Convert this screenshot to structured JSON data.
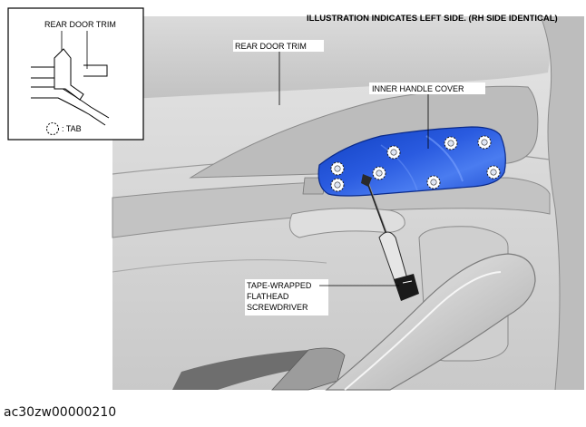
{
  "header_note": "ILLUSTRATION INDICATES LEFT SIDE. (RH SIDE IDENTICAL)",
  "inset": {
    "title": "REAR DOOR TRIM",
    "legend_text": ": TAB"
  },
  "callouts": {
    "rear_door_trim": "REAR DOOR TRIM",
    "inner_handle_cover": "INNER HANDLE COVER",
    "screwdriver_line1": "TAPE-WRAPPED",
    "screwdriver_line2": "FLATHEAD",
    "screwdriver_line3": "SCREWDRIVER"
  },
  "figure_id": "ac30zw00000210",
  "colors": {
    "cover_blue": "#1f4fcf",
    "trim_gray": "#d2d2d2"
  }
}
